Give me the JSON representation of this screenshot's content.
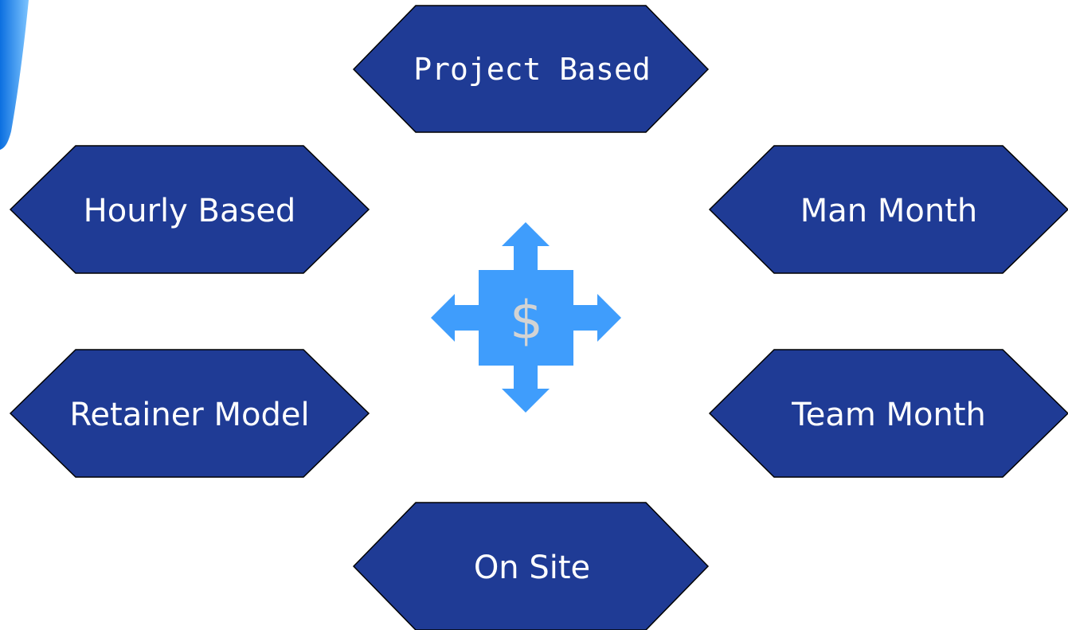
{
  "colors": {
    "hexagon_fill": "#1f3b95",
    "hexagon_stroke": "#000000",
    "hexagon_text": "#ffffff",
    "center_icon_fill": "#3f9dfc",
    "center_symbol": "#d3d3d3",
    "left_edge_accent": "#1a8cff"
  },
  "diagram": {
    "center": {
      "icon": "four-way-arrow-icon",
      "symbol": "$"
    },
    "nodes": [
      {
        "id": "project-based",
        "label": "Project Based"
      },
      {
        "id": "hourly-based",
        "label": "Hourly Based"
      },
      {
        "id": "man-month",
        "label": "Man Month"
      },
      {
        "id": "retainer-model",
        "label": "Retainer Model"
      },
      {
        "id": "team-month",
        "label": "Team Month"
      },
      {
        "id": "on-site",
        "label": "On Site"
      }
    ]
  }
}
